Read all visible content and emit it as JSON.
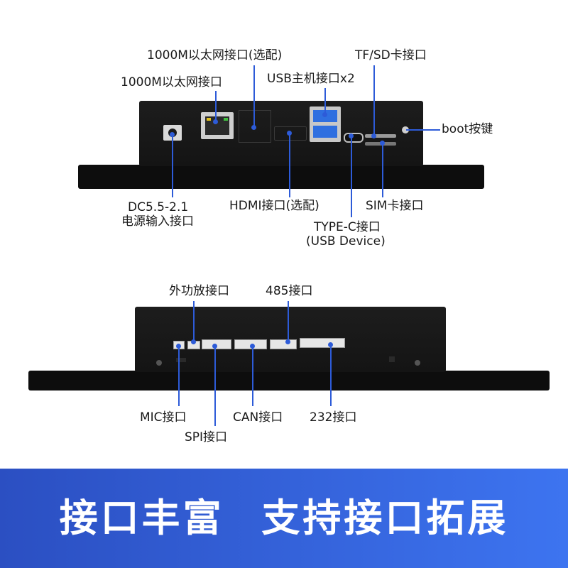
{
  "top_view": {
    "labels": {
      "eth_optional": "1000M以太网接口(选配)",
      "eth": "1000M以太网接口",
      "usb_host": "USB主机接口x2",
      "tf_sd": "TF/SD卡接口",
      "boot": "boot按键",
      "dc_line1": "DC5.5-2.1",
      "dc_line2": "电源输入接口",
      "hdmi": "HDMI接口(选配)",
      "sim": "SIM卡接口",
      "typec_line1": "TYPE-C接口",
      "typec_line2": "(USB Device)"
    }
  },
  "bottom_view": {
    "labels": {
      "amp": "外功放接口",
      "rs485": "485接口",
      "mic": "MIC接口",
      "spi": "SPI接口",
      "can": "CAN接口",
      "rs232": "232接口"
    }
  },
  "banner": {
    "text": "接口丰富 支持接口拓展"
  },
  "colors": {
    "accent": "#2d5bd8",
    "banner_start": "#2b4fc2",
    "banner_end": "#3d74f0",
    "device": "#141414"
  }
}
